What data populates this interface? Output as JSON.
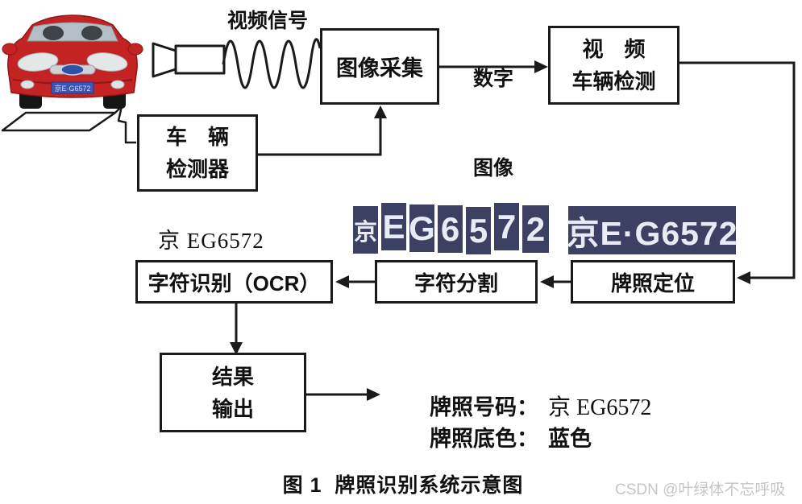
{
  "diagram": {
    "video_signal_label": "视频信号",
    "digital_image_label_line1": "数字",
    "digital_image_label_line2": "图像",
    "boxes": {
      "image_capture": "图像采集",
      "video_vehicle_detect_line1": "视　频",
      "video_vehicle_detect_line2": "车辆检测",
      "vehicle_detector_line1": "车　辆",
      "vehicle_detector_line2": "检测器",
      "char_recognition": "字符识别（OCR）",
      "char_segment": "字符分割",
      "plate_locate": "牌照定位",
      "result_output_line1": "结果",
      "result_output_line2": "输出"
    },
    "ocr_result_text": "京 EG6572",
    "output_lines": [
      {
        "label": "牌照号码：",
        "value": "京 EG6572"
      },
      {
        "label": "牌照底色：",
        "value": "蓝色"
      }
    ],
    "caption": "图 1  牌照识别系统示意图"
  },
  "plates": {
    "segmented_chars": [
      "京",
      "E",
      "G",
      "6",
      "5",
      "7",
      "2"
    ],
    "full_plate_text": "京E·G6572",
    "car_plate_text": "京E·G6572",
    "plate_bg_color": "#3c4163",
    "plate_text_color": "#e8ebf4"
  },
  "watermark": "CSDN @叶绿体不忘呼吸",
  "colors": {
    "line": "#1a1a1a",
    "car_body": "#c32323",
    "watermark": "#c6c6c6"
  }
}
